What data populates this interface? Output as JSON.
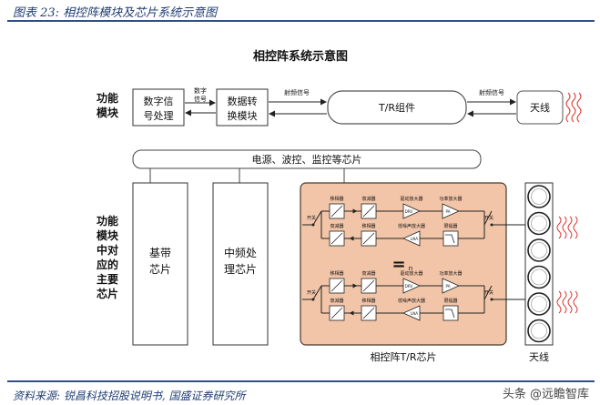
{
  "caption": "图表 23:  相控阵模块及芯片系统示意图",
  "title": "相控阵系统示意图",
  "top": {
    "module_label": [
      "功能",
      "模块"
    ],
    "dsp": [
      "数字信",
      "号处理"
    ],
    "digital_signal": [
      "数字",
      "信号"
    ],
    "dconv": [
      "数据转",
      "换模块"
    ],
    "rf_signal": "射频信号",
    "tr": "T/R组件",
    "rf_signal2": "射频信号",
    "antenna": "天线"
  },
  "bottom": {
    "module_label": [
      "功能",
      "模块",
      "中对",
      "应的",
      "主要",
      "芯片"
    ],
    "power_bar": "电源、波控、监控等芯片",
    "baseband": [
      "基带",
      "芯片"
    ],
    "if_chip": [
      "中频处",
      "理芯片"
    ],
    "tr_chip": "相控阵T/R芯片",
    "antenna": "天线",
    "equals": "=",
    "dot": "n",
    "channel_top": {
      "tx_labels": [
        "移相器",
        "衰减器",
        "驱动放大器",
        "功率放大器"
      ],
      "rx_labels": [
        "衰减器",
        "移相器",
        "低噪声放大器",
        "限幅器"
      ],
      "tx_blocks": [
        "",
        "",
        "DRV",
        "PA"
      ],
      "rx_blocks": [
        "",
        "",
        "LNA",
        ""
      ],
      "switch_left": "开关",
      "switch_right": "开关"
    },
    "channel_bottom": {
      "tx_labels": [
        "移相器",
        "衰减器",
        "驱动放大器",
        "功率放大器"
      ],
      "rx_labels": [
        "衰减器",
        "移相器",
        "低噪声放大器",
        "限幅器"
      ],
      "tx_blocks": [
        "",
        "",
        "DRV",
        "PA"
      ],
      "rx_blocks": [
        "",
        "",
        "LNA",
        ""
      ],
      "switch_left": "开关",
      "switch_right": "开关"
    }
  },
  "source": "资料来源:  锐昌科技招股说明书,  国盛证券研究所",
  "watermark": "头条 @远瞻智库",
  "colors": {
    "chip_fill": "#f2c5a8",
    "chip_border": "#4a3a2a",
    "wave": "#d9342b",
    "header_blue": "#1f3d73",
    "tr_pill_border": "#555555"
  }
}
